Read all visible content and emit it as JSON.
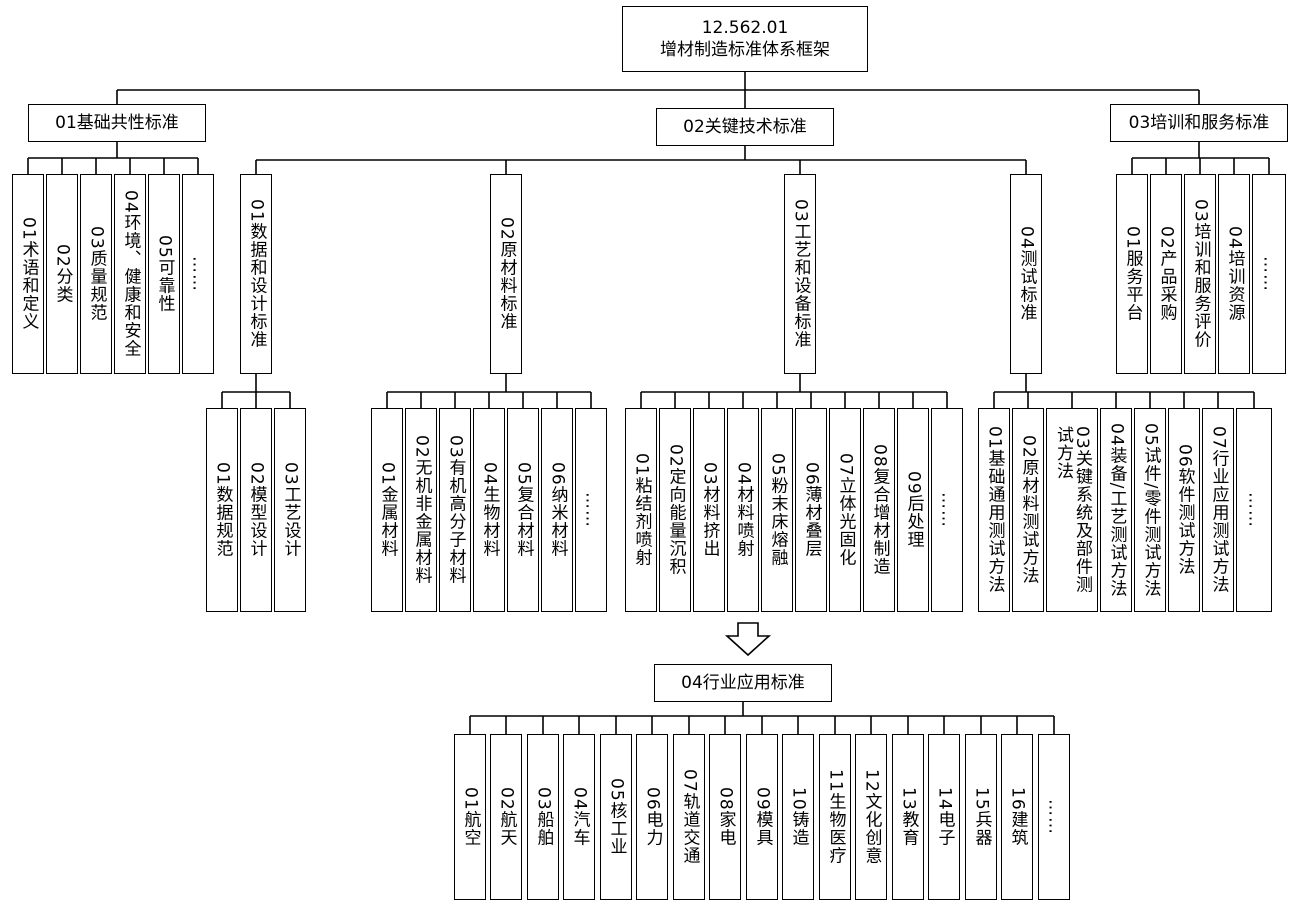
{
  "root": {
    "code": "12.562.01",
    "title": "增材制造标准体系框架"
  },
  "level1": [
    {
      "id": "b01",
      "label": "01基础共性标准"
    },
    {
      "id": "b02",
      "label": "02关键技术标准"
    },
    {
      "id": "b03",
      "label": "03培训和服务标准"
    }
  ],
  "basic_items": [
    "01术语和定义",
    "02分类",
    "03质量规范",
    "04环境、健康和安全",
    "05可靠性",
    "……"
  ],
  "key_groups": [
    {
      "label": "01数据和设计标准",
      "items": [
        "01数据规范",
        "02模型设计",
        "03工艺设计"
      ]
    },
    {
      "label": "02原材料标准",
      "items": [
        "01金属材料",
        "02无机非金属材料",
        "03有机高分子材料",
        "04生物材料",
        "05复合材料",
        "06纳米材料",
        "……"
      ]
    },
    {
      "label": "03工艺和设备标准",
      "items": [
        "01粘结剂喷射",
        "02定向能量沉积",
        "03材料挤出",
        "04材料喷射",
        "05粉末床熔融",
        "06薄材叠层",
        "07立体光固化",
        "08复合增材制造",
        "09后处理",
        "……"
      ]
    },
    {
      "label": "04测试标准",
      "items": [
        "01基础通用测试方法",
        "02原材料测试方法",
        "03关键系统及部件测\n试方法",
        "04装备/工艺测试方法",
        "05试件/零件测试方法",
        "06软件测试方法",
        "07行业应用测试方法",
        "……"
      ]
    }
  ],
  "service_items": [
    "01服务平台",
    "02产品采购",
    "03培训和服务评价",
    "04培训资源",
    "……"
  ],
  "industry": {
    "label": "04行业应用标准",
    "items": [
      "01航空",
      "02航天",
      "03船舶",
      "04汽车",
      "05核工业",
      "06电力",
      "07轨道交通",
      "08家电",
      "09模具",
      "10铸造",
      "11生物医疗",
      "12文化创意",
      "13教育",
      "14电子",
      "15兵器",
      "16建筑",
      "……"
    ]
  }
}
